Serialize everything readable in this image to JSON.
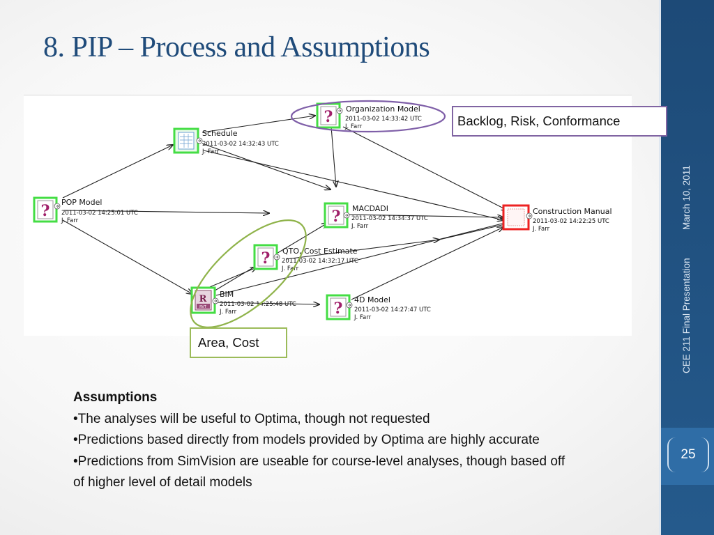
{
  "slide": {
    "title": "8. PIP – Process and Assumptions",
    "date": "March 10, 2011",
    "footer": "CEE 211 Final Presentation",
    "page_number": "25"
  },
  "diagram": {
    "nodes": {
      "pop_model": {
        "name": "POP Model",
        "timestamp": "2011-03-02 14:25:01 UTC",
        "author": "J. Farr"
      },
      "schedule": {
        "name": "Schedule",
        "timestamp": "2011-03-02 14:32:43 UTC",
        "author": "J. Farr"
      },
      "organization_model": {
        "name": "Organization Model",
        "timestamp": "2011-03-02 14:33:42 UTC",
        "author": "J. Farr"
      },
      "macdadi": {
        "name": "MACDADI",
        "timestamp": "2011-03-02 14:34:37 UTC",
        "author": "J. Farr"
      },
      "qto": {
        "name": "QTO, Cost Estimate",
        "timestamp": "2011-03-02 14:32:17 UTC",
        "author": "J. Farr"
      },
      "bim": {
        "name": "BIM",
        "timestamp": "2011-03-02 14:25:48 UTC",
        "author": "J. Farr"
      },
      "four_d": {
        "name": "4D Model",
        "timestamp": "2011-03-02 14:27:47 UTC",
        "author": "J. Farr"
      },
      "construction_manual": {
        "name": "Construction Manual",
        "timestamp": "2011-03-02 14:22:25 UTC",
        "author": "J. Farr"
      }
    },
    "callouts": {
      "purple": "Backlog, Risk, Conformance",
      "green": "Area, Cost"
    }
  },
  "assumptions": {
    "heading": "Assumptions",
    "items": [
      "•The analyses will be useful to Optima, though not requested",
      "•Predictions based directly from models provided by Optima are highly accurate",
      "•Predictions from SimVision are useable for course-level analyses, though based off of higher level of detail models"
    ]
  },
  "colors": {
    "title": "#1f4b7a",
    "sidebar": "#1f4e79",
    "node_border_green": "#33cc33",
    "node_border_red": "#ee2222",
    "callout_purple": "#8064a2",
    "callout_green": "#9bbb59",
    "question_mark": "#a0206a"
  }
}
